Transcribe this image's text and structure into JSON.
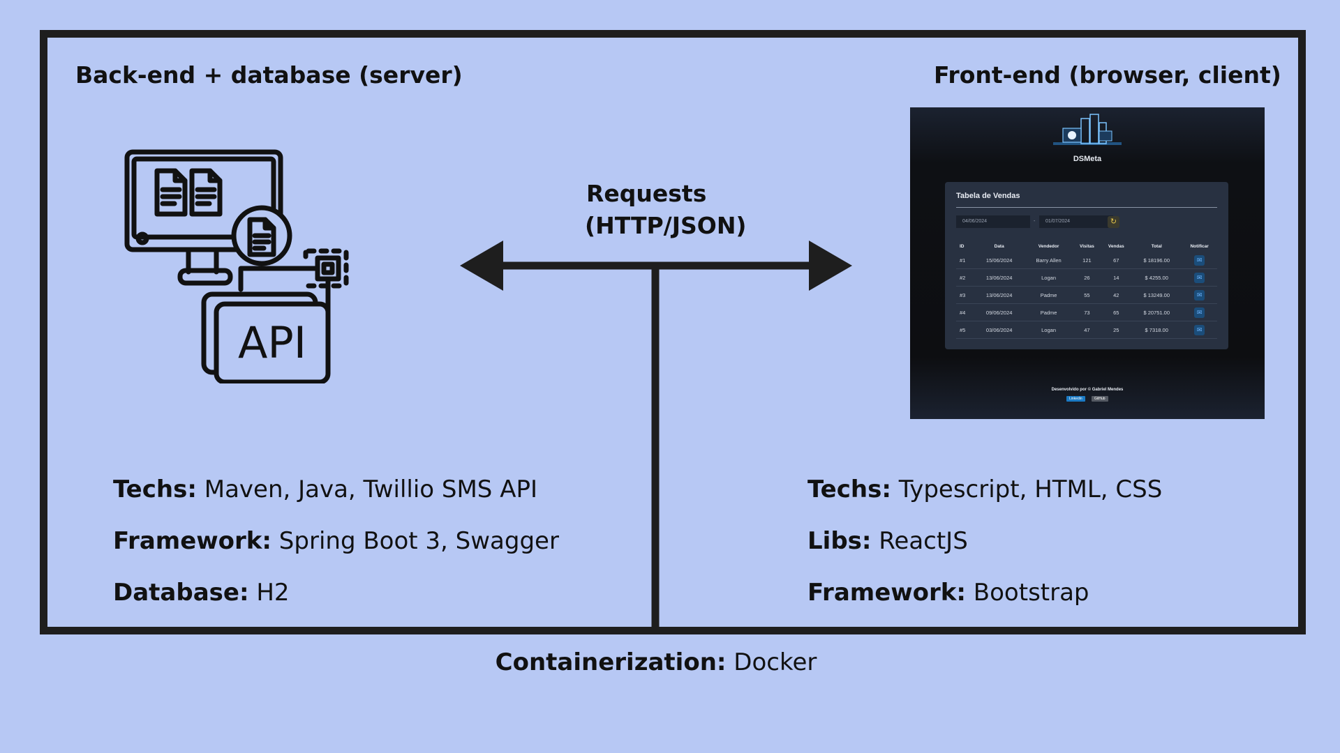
{
  "left": {
    "heading": "Back-end + database (server)",
    "techs_label": "Techs:",
    "techs_value": " Maven, Java, Twillio SMS API",
    "framework_label": "Framework:",
    "framework_value": " Spring Boot 3, Swagger",
    "database_label": "Database:",
    "database_value": " H2",
    "icon": "computer-api-icon",
    "icon_text": "API"
  },
  "center": {
    "requests_line1": "Requests",
    "requests_line2": "(HTTP/JSON)"
  },
  "right": {
    "heading": "Front-end (browser, client)",
    "techs_label": "Techs:",
    "techs_value": " Typescript, HTML, CSS",
    "libs_label": "Libs:",
    "libs_value": " ReactJS",
    "framework_label": "Framework:",
    "framework_value": " Bootstrap"
  },
  "bottom": {
    "containerization_label": "Containerization:",
    "containerization_value": " Docker"
  },
  "screenshot": {
    "app_name": "DSMeta",
    "card_title": "Tabela de Vendas",
    "date_from": "04/06/2024",
    "date_sep": "-",
    "date_to": "01/07/2024",
    "columns": [
      "ID",
      "Data",
      "Vendedor",
      "Visitas",
      "Vendas",
      "Total",
      "Notificar"
    ],
    "rows": [
      [
        "#1",
        "15/06/2024",
        "Barry Allen",
        "121",
        "67",
        "$ 18196.00"
      ],
      [
        "#2",
        "13/06/2024",
        "Logan",
        "26",
        "14",
        "$ 4255.00"
      ],
      [
        "#3",
        "13/06/2024",
        "Padme",
        "55",
        "42",
        "$ 13249.00"
      ],
      [
        "#4",
        "09/06/2024",
        "Padme",
        "73",
        "65",
        "$ 20751.00"
      ],
      [
        "#5",
        "03/06/2024",
        "Logan",
        "47",
        "25",
        "$ 7318.00"
      ]
    ],
    "footer": "Desenvolvido por © Gabriel Mendes",
    "linkedin_label": "Linkedin",
    "github_label": "GitHub"
  },
  "colors": {
    "background": "#b7c8f4",
    "frame": "#1e1e1e",
    "screenshot_bg": "#0d0e11",
    "card_bg": "#283141",
    "accent_blue": "#6fb6ff",
    "refresh_yellow": "#e3c44a"
  }
}
